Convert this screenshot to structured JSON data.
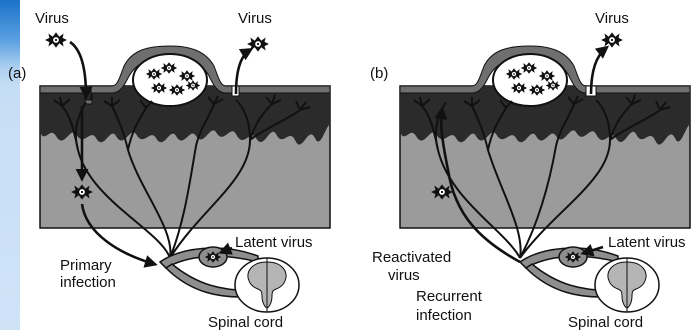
{
  "panel_a": {
    "label": "(a)",
    "virus_entry": "Virus",
    "virus_exit": "Virus",
    "latent": "Latent virus",
    "primary_line1": "Primary",
    "primary_line2": "infection",
    "spinal": "Spinal cord"
  },
  "panel_b": {
    "label": "(b)",
    "virus_exit": "Virus",
    "latent": "Latent virus",
    "reactivated_line1": "Reactivated",
    "reactivated_line2": "virus",
    "recurrent_line1": "Recurrent",
    "recurrent_line2": "infection",
    "spinal": "Spinal cord"
  },
  "colors": {
    "page_bg": "#cfe3f7",
    "panel_bg": "#ffffff",
    "dermis": "#9b9b9b",
    "epidermis": "#2b2b2b",
    "surface": "#6f6f6f",
    "nerve": "#111111",
    "ganglion": "#8e8e8e",
    "cord_white": "#ffffff",
    "cord_gray": "#b5b5b5"
  }
}
